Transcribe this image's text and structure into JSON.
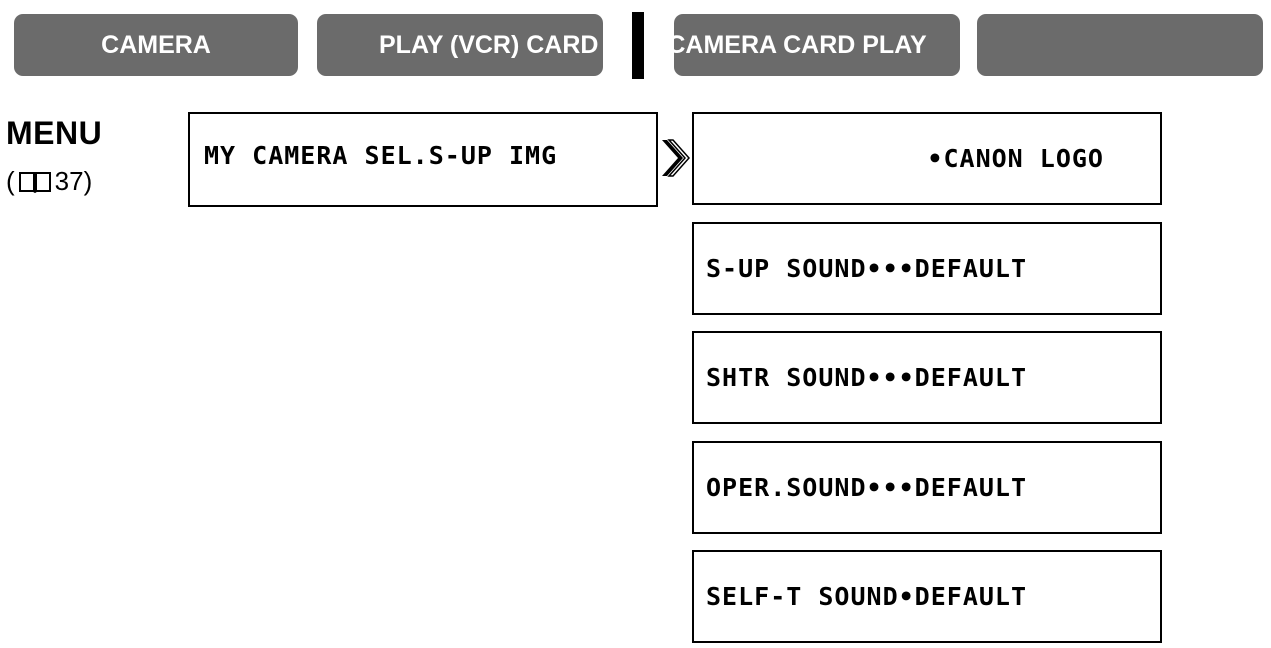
{
  "tabs": [
    {
      "label": "CAMERA"
    },
    {
      "label": "PLAY (VCR) CARD"
    },
    {
      "label": "CAMERA CARD PLAY"
    },
    {
      "label": ""
    }
  ],
  "menu": {
    "label": "MENU",
    "ref_open": "(",
    "ref_page": "37)",
    "book_icon": "book-icon"
  },
  "main_item": {
    "label": "MY CAMERA SEL.S-UP IMG"
  },
  "arrow_icon": "double-chevron-right-icon",
  "sub_items": [
    {
      "label": "•CANON LOGO"
    },
    {
      "label": "S-UP SOUND•••DEFAULT"
    },
    {
      "label": "SHTR SOUND•••DEFAULT"
    },
    {
      "label": "OPER.SOUND•••DEFAULT"
    },
    {
      "label": "SELF-T SOUND•DEFAULT"
    }
  ],
  "colors": {
    "tab_bg": "#6b6b6b",
    "tab_text": "#ffffff",
    "divider": "#000000"
  }
}
